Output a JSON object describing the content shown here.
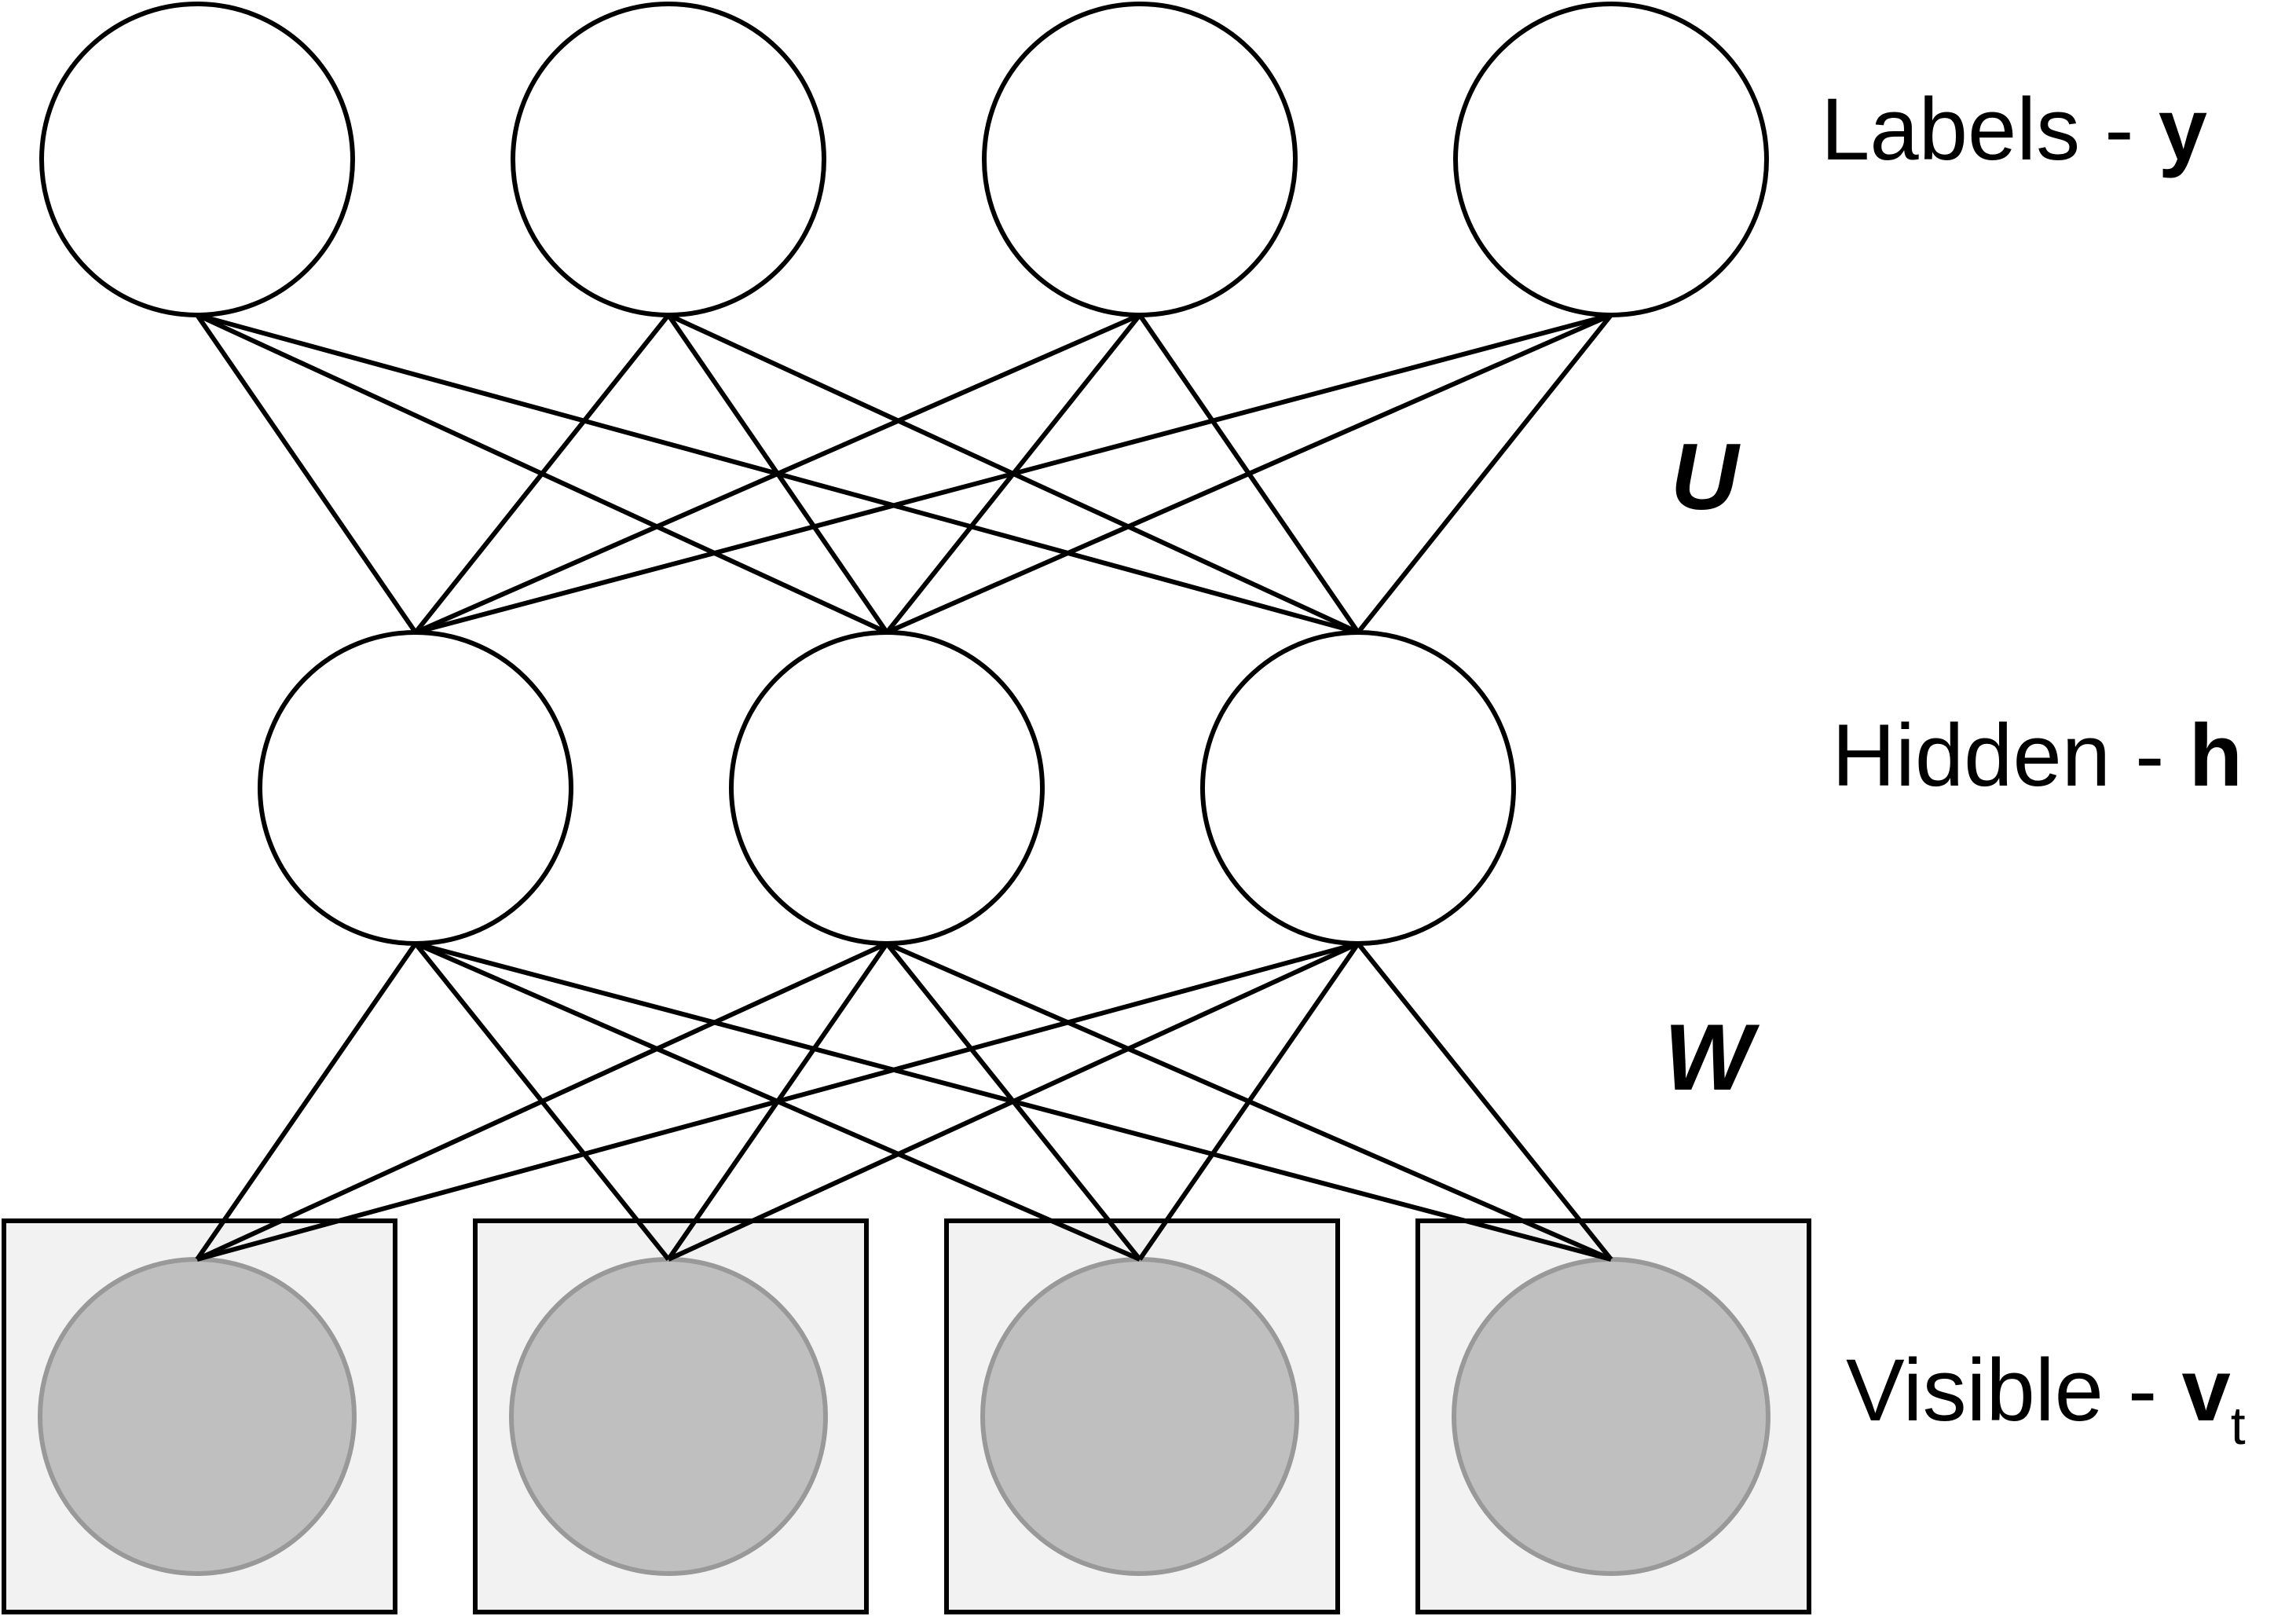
{
  "layers": {
    "labels": {
      "name": "Labels - ",
      "symbol": "y",
      "count": 4
    },
    "hidden": {
      "name": "Hidden - ",
      "symbol": "h",
      "count": 3
    },
    "visible": {
      "name": "Visible - ",
      "symbol": "v",
      "subscript": "t",
      "count": 4
    }
  },
  "weights": {
    "upper": "U",
    "lower": "W"
  },
  "colors": {
    "stroke": "#000000",
    "visible_fill": "#bfbfbf",
    "visible_stroke": "#999999",
    "visible_box_fill": "#f2f2f2"
  }
}
